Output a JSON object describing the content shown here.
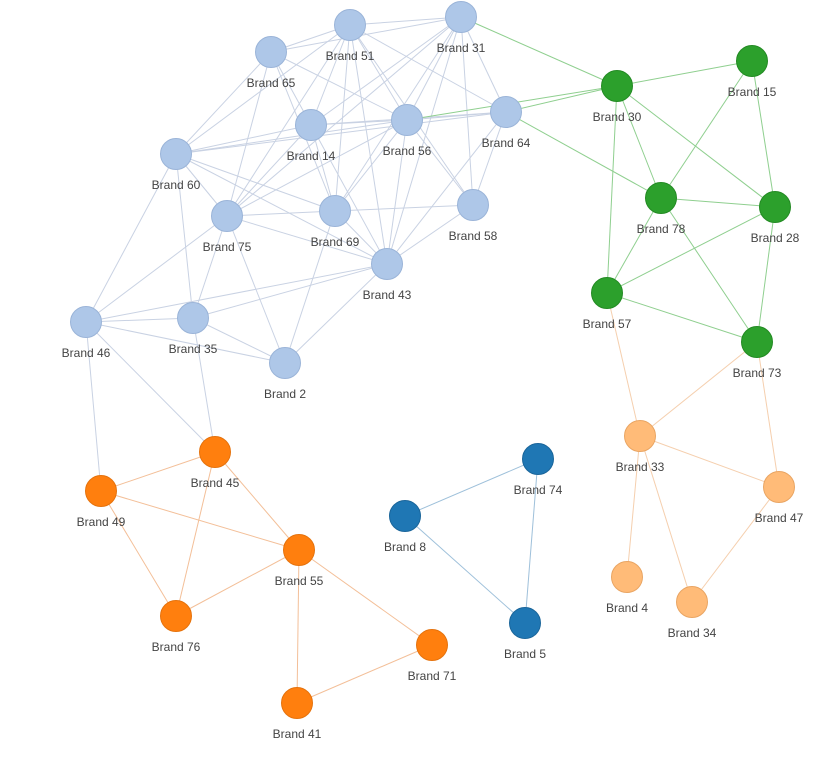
{
  "groups": {
    "light-blue": {
      "fill": "#aec7e8",
      "stroke": "#9ab4d8",
      "edge": "#c9d2e3"
    },
    "green": {
      "fill": "#2ca02c",
      "stroke": "#238a23",
      "edge": "#8fcf8f"
    },
    "light-orange": {
      "fill": "#ffbb78",
      "stroke": "#e9a563",
      "edge": "#f5cfae"
    },
    "orange": {
      "fill": "#ff7f0e",
      "stroke": "#e5720c",
      "edge": "#f3bf98"
    },
    "blue": {
      "fill": "#1f77b4",
      "stroke": "#1a659a",
      "edge": "#9ec0da"
    }
  },
  "nodes": [
    {
      "id": "n65",
      "label": "Brand 65",
      "group": "light-blue"
    },
    {
      "id": "n51",
      "label": "Brand 51",
      "group": "light-blue"
    },
    {
      "id": "n31",
      "label": "Brand 31",
      "group": "light-blue"
    },
    {
      "id": "n14",
      "label": "Brand 14",
      "group": "light-blue"
    },
    {
      "id": "n56",
      "label": "Brand 56",
      "group": "light-blue"
    },
    {
      "id": "n64",
      "label": "Brand 64",
      "group": "light-blue"
    },
    {
      "id": "n60",
      "label": "Brand 60",
      "group": "light-blue"
    },
    {
      "id": "n75",
      "label": "Brand 75",
      "group": "light-blue"
    },
    {
      "id": "n69",
      "label": "Brand 69",
      "group": "light-blue"
    },
    {
      "id": "n58",
      "label": "Brand 58",
      "group": "light-blue"
    },
    {
      "id": "n43",
      "label": "Brand 43",
      "group": "light-blue"
    },
    {
      "id": "n46",
      "label": "Brand 46",
      "group": "light-blue"
    },
    {
      "id": "n35",
      "label": "Brand 35",
      "group": "light-blue"
    },
    {
      "id": "n2",
      "label": "Brand 2",
      "group": "light-blue"
    },
    {
      "id": "n30",
      "label": "Brand 30",
      "group": "green"
    },
    {
      "id": "n15",
      "label": "Brand 15",
      "group": "green"
    },
    {
      "id": "n78",
      "label": "Brand 78",
      "group": "green"
    },
    {
      "id": "n28",
      "label": "Brand 28",
      "group": "green"
    },
    {
      "id": "n57",
      "label": "Brand 57",
      "group": "green"
    },
    {
      "id": "n73",
      "label": "Brand 73",
      "group": "green"
    },
    {
      "id": "n33",
      "label": "Brand 33",
      "group": "light-orange"
    },
    {
      "id": "n47",
      "label": "Brand 47",
      "group": "light-orange"
    },
    {
      "id": "n4",
      "label": "Brand 4",
      "group": "light-orange"
    },
    {
      "id": "n34",
      "label": "Brand 34",
      "group": "light-orange"
    },
    {
      "id": "n74",
      "label": "Brand 74",
      "group": "blue"
    },
    {
      "id": "n8",
      "label": "Brand 8",
      "group": "blue"
    },
    {
      "id": "n5",
      "label": "Brand 5",
      "group": "blue"
    },
    {
      "id": "n45",
      "label": "Brand 45",
      "group": "orange"
    },
    {
      "id": "n49",
      "label": "Brand 49",
      "group": "orange"
    },
    {
      "id": "n55",
      "label": "Brand 55",
      "group": "orange"
    },
    {
      "id": "n76",
      "label": "Brand 76",
      "group": "orange"
    },
    {
      "id": "n71",
      "label": "Brand 71",
      "group": "orange"
    },
    {
      "id": "n41",
      "label": "Brand 41",
      "group": "orange"
    }
  ],
  "edges": [
    [
      "n65",
      "n51"
    ],
    [
      "n65",
      "n31"
    ],
    [
      "n65",
      "n14"
    ],
    [
      "n65",
      "n56"
    ],
    [
      "n65",
      "n60"
    ],
    [
      "n65",
      "n75"
    ],
    [
      "n65",
      "n69"
    ],
    [
      "n51",
      "n31"
    ],
    [
      "n51",
      "n14"
    ],
    [
      "n51",
      "n56"
    ],
    [
      "n51",
      "n64"
    ],
    [
      "n51",
      "n60"
    ],
    [
      "n51",
      "n75"
    ],
    [
      "n51",
      "n69"
    ],
    [
      "n51",
      "n43"
    ],
    [
      "n51",
      "n58"
    ],
    [
      "n31",
      "n14"
    ],
    [
      "n31",
      "n56"
    ],
    [
      "n31",
      "n64"
    ],
    [
      "n31",
      "n58"
    ],
    [
      "n31",
      "n75"
    ],
    [
      "n31",
      "n69"
    ],
    [
      "n31",
      "n43"
    ],
    [
      "n31",
      "n30"
    ],
    [
      "n14",
      "n56"
    ],
    [
      "n14",
      "n64"
    ],
    [
      "n14",
      "n60"
    ],
    [
      "n14",
      "n75"
    ],
    [
      "n14",
      "n69"
    ],
    [
      "n14",
      "n43"
    ],
    [
      "n56",
      "n64"
    ],
    [
      "n56",
      "n60"
    ],
    [
      "n56",
      "n75"
    ],
    [
      "n56",
      "n69"
    ],
    [
      "n56",
      "n43"
    ],
    [
      "n56",
      "n58"
    ],
    [
      "n56",
      "n30"
    ],
    [
      "n64",
      "n58"
    ],
    [
      "n64",
      "n43"
    ],
    [
      "n64",
      "n60"
    ],
    [
      "n64",
      "n30"
    ],
    [
      "n64",
      "n78"
    ],
    [
      "n60",
      "n75"
    ],
    [
      "n60",
      "n69"
    ],
    [
      "n60",
      "n46"
    ],
    [
      "n60",
      "n35"
    ],
    [
      "n60",
      "n43"
    ],
    [
      "n75",
      "n69"
    ],
    [
      "n75",
      "n43"
    ],
    [
      "n75",
      "n35"
    ],
    [
      "n75",
      "n2"
    ],
    [
      "n75",
      "n46"
    ],
    [
      "n69",
      "n43"
    ],
    [
      "n69",
      "n2"
    ],
    [
      "n69",
      "n58"
    ],
    [
      "n43",
      "n35"
    ],
    [
      "n43",
      "n2"
    ],
    [
      "n43",
      "n58"
    ],
    [
      "n43",
      "n46"
    ],
    [
      "n46",
      "n35"
    ],
    [
      "n46",
      "n2"
    ],
    [
      "n35",
      "n2"
    ],
    [
      "n30",
      "n15"
    ],
    [
      "n30",
      "n78"
    ],
    [
      "n30",
      "n28"
    ],
    [
      "n30",
      "n57"
    ],
    [
      "n15",
      "n78"
    ],
    [
      "n15",
      "n28"
    ],
    [
      "n78",
      "n28"
    ],
    [
      "n78",
      "n57"
    ],
    [
      "n78",
      "n73"
    ],
    [
      "n28",
      "n57"
    ],
    [
      "n28",
      "n73"
    ],
    [
      "n57",
      "n73"
    ],
    [
      "n57",
      "n33"
    ],
    [
      "n73",
      "n33"
    ],
    [
      "n73",
      "n47"
    ],
    [
      "n33",
      "n47"
    ],
    [
      "n33",
      "n4"
    ],
    [
      "n33",
      "n34"
    ],
    [
      "n47",
      "n34"
    ],
    [
      "n74",
      "n8"
    ],
    [
      "n74",
      "n5"
    ],
    [
      "n8",
      "n5"
    ],
    [
      "n45",
      "n49"
    ],
    [
      "n45",
      "n55"
    ],
    [
      "n45",
      "n76"
    ],
    [
      "n45",
      "n46"
    ],
    [
      "n45",
      "n35"
    ],
    [
      "n49",
      "n46"
    ],
    [
      "n49",
      "n55"
    ],
    [
      "n49",
      "n76"
    ],
    [
      "n55",
      "n76"
    ],
    [
      "n55",
      "n71"
    ],
    [
      "n55",
      "n41"
    ],
    [
      "n71",
      "n41"
    ]
  ]
}
